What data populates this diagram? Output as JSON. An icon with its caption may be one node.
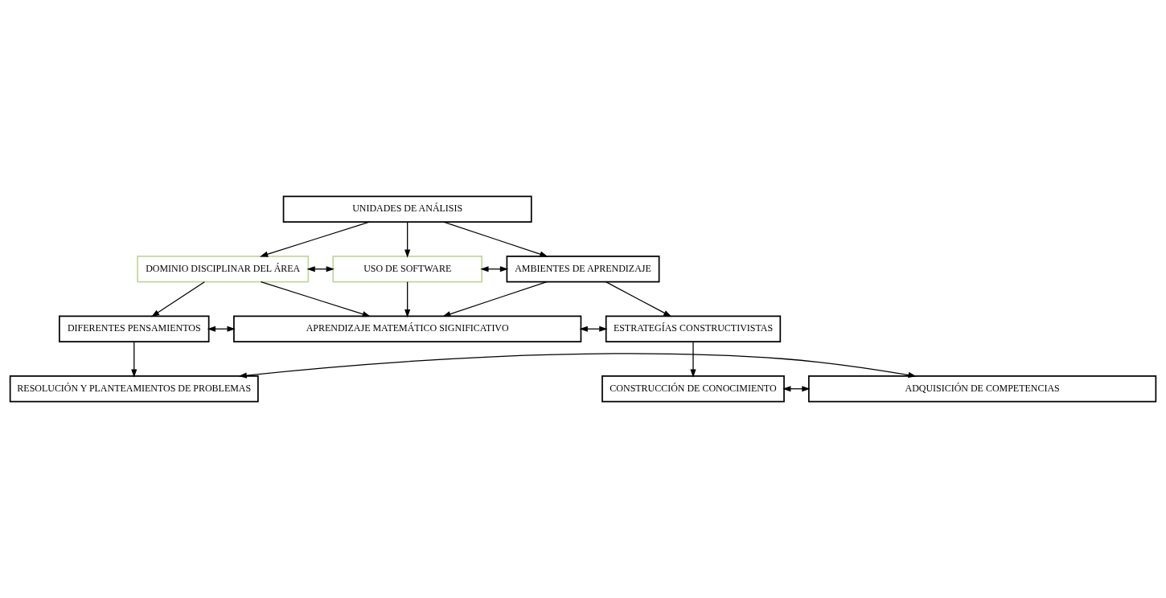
{
  "diagram": {
    "nodes": [
      {
        "text": [
          "UNIDADES DE ANÁLISIS"
        ]
      },
      {
        "text": [
          "DOMINIO DISCIPLINAR DEL ÁREA"
        ]
      },
      {
        "text": [
          "USO DE SOFTWARE"
        ]
      },
      {
        "text": [
          "AMBIENTES DE APRENDIZAJE"
        ]
      },
      {
        "text": [
          "DIFERENTES PENSAMIENTOS"
        ]
      },
      {
        "text": [
          "APRENDIZAJE MATEMÁTICO SIGNIFICATIVO"
        ]
      },
      {
        "text": [
          "ESTRATEGÍAS CONSTRUCTIVISTAS"
        ]
      },
      {
        "text": [
          "RESOLUCIÓN Y PLANTEAMIENTOS DE PROBLEMAS"
        ]
      },
      {
        "text": [
          "ADQUISICIÓN DE COMPETENCIAS"
        ]
      },
      {
        "text": [
          "CONSTRUCCIÓN DE CONOCIMIENTO"
        ]
      }
    ],
    "edges": [
      {
        "from": 0,
        "to": 1,
        "arrow": "to"
      },
      {
        "from": 0,
        "to": 2,
        "arrow": "to"
      },
      {
        "from": 0,
        "to": 3,
        "arrow": "to"
      },
      {
        "from": 1,
        "to": 2,
        "arrow": "both"
      },
      {
        "from": 2,
        "to": 3,
        "arrow": "both"
      },
      {
        "from": 1,
        "to": 4,
        "arrow": "to"
      },
      {
        "from": 1,
        "to": 5,
        "arrow": "to"
      },
      {
        "from": 2,
        "to": 5,
        "arrow": "to"
      },
      {
        "from": 3,
        "to": 5,
        "arrow": "to"
      },
      {
        "from": 3,
        "to": 6,
        "arrow": "to"
      },
      {
        "from": 4,
        "to": 5,
        "arrow": "both"
      },
      {
        "from": 5,
        "to": 6,
        "arrow": "both"
      },
      {
        "from": 4,
        "to": 7,
        "arrow": "to"
      },
      {
        "from": 6,
        "to": 9,
        "arrow": "to"
      },
      {
        "from": 7,
        "to": 8,
        "arrow": "both"
      },
      {
        "from": 8,
        "to": 9,
        "arrow": "both"
      }
    ]
  }
}
